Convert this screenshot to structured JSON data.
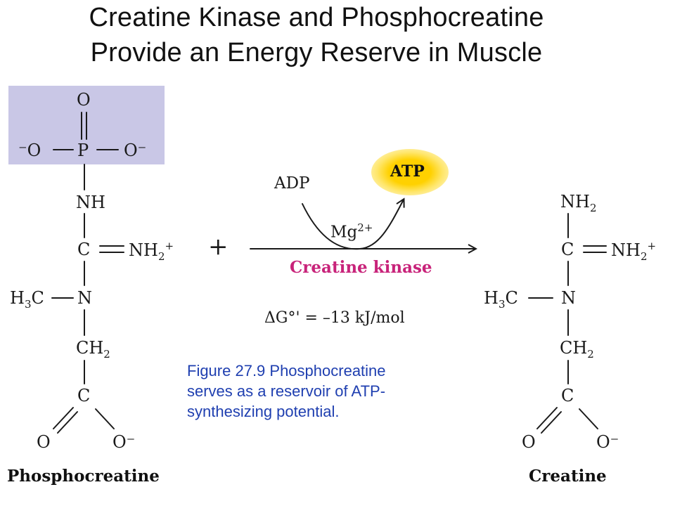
{
  "title": {
    "line1": "Creatine Kinase and Phosphocreatine",
    "line2": "Provide an Energy Reserve in Muscle"
  },
  "left_molecule": {
    "label": "Phosphocreatine",
    "atoms": {
      "o_top": "O",
      "o_left": "⁻O",
      "p": "P",
      "o_right": "O⁻",
      "nh": "NH",
      "c_imine": "C",
      "nh2_plus": "NH",
      "nh2_sub": "2",
      "nh2_sup": "+",
      "h3c": "H",
      "h3c_sub": "3",
      "h3c_c": "C",
      "n": "N",
      "ch2": "CH",
      "ch2_sub": "2",
      "c_carboxyl": "C",
      "o_bottom_left": "O",
      "o_bottom_right": "O⁻"
    }
  },
  "plus_sign": "+",
  "reaction": {
    "reactant_cofactor": "ADP",
    "product_cofactor": "ATP",
    "metal_ion": "Mg",
    "metal_ion_sup": "2+",
    "enzyme": "Creatine kinase",
    "delta_g": "ΔG°' = –13 kJ/mol"
  },
  "right_molecule": {
    "label": "Creatine",
    "atoms": {
      "nh2_top": "NH",
      "nh2_top_sub": "2",
      "c_imine": "C",
      "nh2_plus": "NH",
      "nh2_sub": "2",
      "nh2_sup": "+",
      "h3c": "H",
      "h3c_sub": "3",
      "h3c_c": "C",
      "n": "N",
      "ch2": "CH",
      "ch2_sub": "2",
      "c_carboxyl": "C",
      "o_bottom_left": "O",
      "o_bottom_right": "O⁻"
    }
  },
  "caption": {
    "line1": "Figure 27.9 Phosphocreatine",
    "line2": "serves as a reservoir of ATP-",
    "line3": "synthesizing potential."
  },
  "colors": {
    "phosphate_highlight": "#c9c7e6",
    "enzyme_text": "#c8237a",
    "caption_text": "#1f3fb0",
    "atp_glow": "#ffd100"
  }
}
